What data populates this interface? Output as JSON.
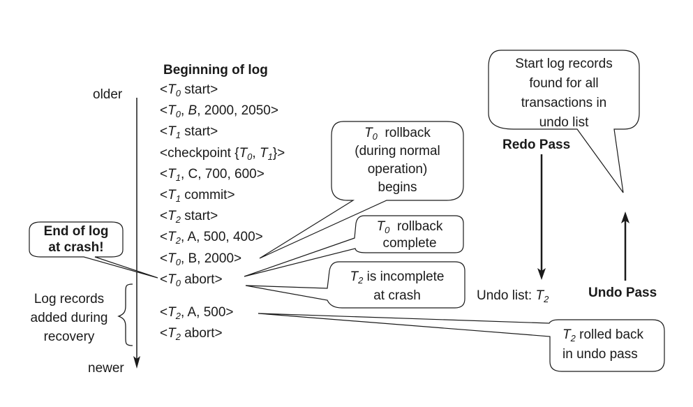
{
  "axis": {
    "top_label": "older",
    "bottom_label": "newer"
  },
  "log": {
    "heading": "Beginning of log",
    "records": [
      {
        "open": "<",
        "txn": "T",
        "sub": "0",
        "rest": " start>"
      },
      {
        "open": "<",
        "txn": "T",
        "sub": "0",
        "rest": ", B, 2000, 2050>",
        "italic_item": "B"
      },
      {
        "open": "<",
        "txn": "T",
        "sub": "1",
        "rest": " start>"
      },
      {
        "open": "<checkpoint {",
        "txn": "T",
        "sub": "0",
        "rest": ", T1}>"
      },
      {
        "open": "<",
        "txn": "T",
        "sub": "1",
        "rest": ", C, 700, 600>"
      },
      {
        "open": "<",
        "txn": "T",
        "sub": "1",
        "rest": " commit>"
      },
      {
        "open": "<",
        "txn": "T",
        "sub": "2",
        "rest": " start>"
      },
      {
        "open": "<",
        "txn": "T",
        "sub": "2",
        "rest": ", A, 500, 400>"
      },
      {
        "open": "<",
        "txn": "T",
        "sub": "0",
        "rest": ", B, 2000>"
      },
      {
        "open": "<",
        "txn": "T",
        "sub": "0",
        "rest": " abort>"
      }
    ],
    "recovery_records": [
      {
        "open": "<",
        "txn": "T",
        "sub": "2",
        "rest": ", A, 500>"
      },
      {
        "open": "<",
        "txn": "T",
        "sub": "2",
        "rest": " abort>"
      }
    ],
    "recovery_label": [
      "Log records",
      "added during",
      "recovery"
    ]
  },
  "callouts": {
    "end_of_log": [
      "End of log",
      "at crash!"
    ],
    "t0_rollback_begins": {
      "txn": "T",
      "sub": "0",
      "lines": [
        " rollback",
        "(during normal",
        "operation)",
        "begins"
      ]
    },
    "t0_rollback_complete": {
      "txn": "T",
      "sub": "0",
      "lines": [
        " rollback",
        "complete"
      ]
    },
    "t2_incomplete": {
      "txn": "T",
      "sub": "2",
      "lines": [
        " is incomplete",
        "at crash"
      ]
    },
    "t2_rolled_back": {
      "txn": "T",
      "sub": "2",
      "lines": [
        " rolled back",
        "in undo pass"
      ]
    },
    "start_records_found": [
      "Start log records",
      "found for all",
      "transactions in",
      "undo list"
    ]
  },
  "passes": {
    "redo_label": "Redo Pass",
    "undo_label": "Undo Pass",
    "undo_list_label": "Undo list: ",
    "undo_list_txn": "T",
    "undo_list_sub": "2"
  },
  "colors": {
    "ink": "#1a1a1a",
    "background": "#ffffff"
  }
}
